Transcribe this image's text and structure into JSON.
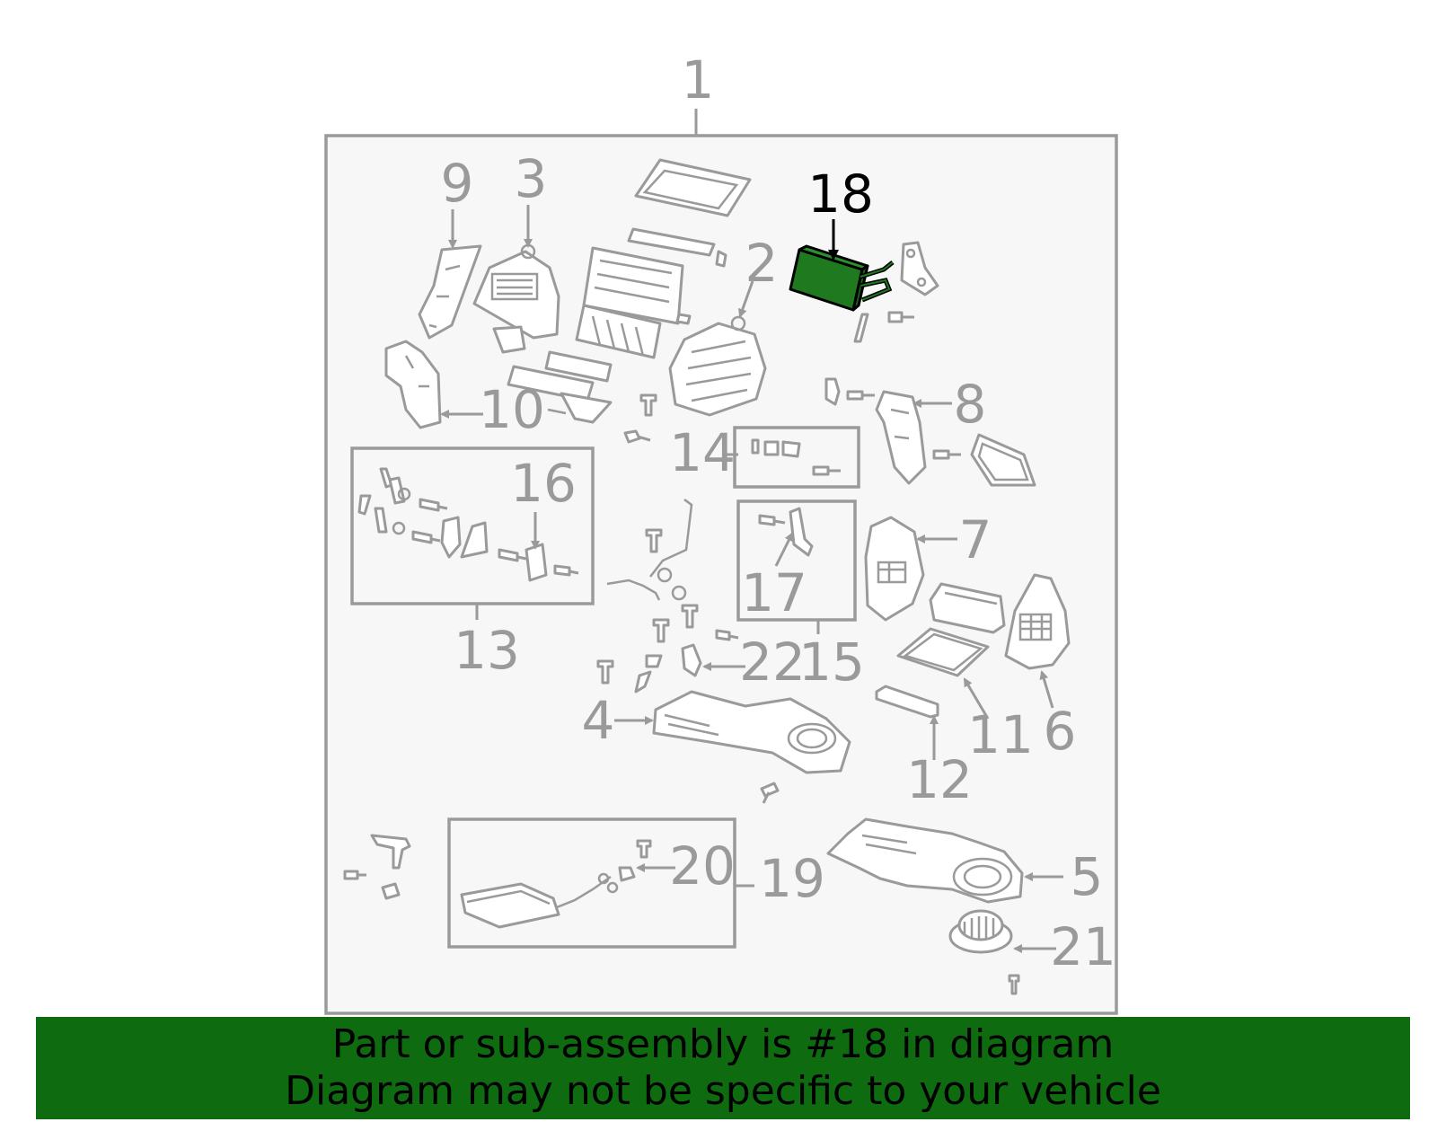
{
  "diagram": {
    "colors": {
      "line": "#9a9a9a",
      "panel_fill": "#f7f7f7",
      "highlight_part": "#1f7a1f",
      "highlight_text": "#000000"
    },
    "highlighted_part": "18",
    "callouts": {
      "c1": "1",
      "c2": "2",
      "c3": "3",
      "c4": "4",
      "c5": "5",
      "c6": "6",
      "c7": "7",
      "c8": "8",
      "c9": "9",
      "c10": "10",
      "c11": "11",
      "c12": "12",
      "c13": "13",
      "c14": "14",
      "c15": "15",
      "c16": "16",
      "c17": "17",
      "c18": "18",
      "c19": "19",
      "c20": "20",
      "c21": "21",
      "c22": "22"
    }
  },
  "banner": {
    "line1": "Part or sub-assembly is #18 in diagram",
    "line2": "Diagram may not be specific to your vehicle",
    "background": "#0f6b0f"
  }
}
